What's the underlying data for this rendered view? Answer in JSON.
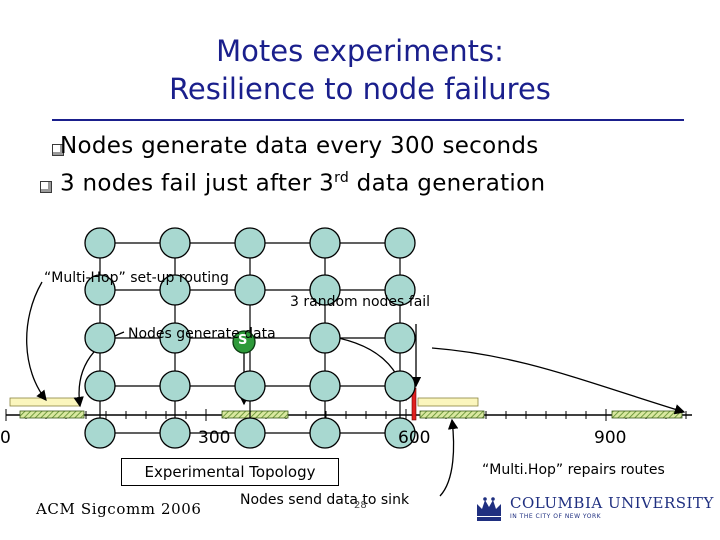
{
  "slide": {
    "title_line1": "Motes experiments:",
    "title_line2": "Resilience to node failures",
    "bullets": [
      {
        "text": "Nodes generate data every 300 seconds"
      },
      {
        "text_before": "3 nodes fail just after 3",
        "sup": "rd",
        "text_after": " data generation"
      }
    ],
    "labels": {
      "multihop_setup": "“Multi-Hop” set-up routing",
      "random_fail": "3 random nodes fail",
      "nodes_generate": "Nodes generate data",
      "sink": "S",
      "experimental_topology": "Experimental Topology",
      "multihop_repairs": "“Multi.Hop” repairs routes",
      "send_to_sink": "Nodes send data to sink"
    },
    "timeline": {
      "tick0": "0",
      "tick300": "300",
      "tick600": "600",
      "tick900": "900"
    },
    "footer": {
      "venue": "ACM Sigcomm 2006",
      "page": "28",
      "university_line1": "COLUMBIA UNIVERSITY",
      "university_line2": "IN THE CITY OF NEW YORK"
    }
  }
}
